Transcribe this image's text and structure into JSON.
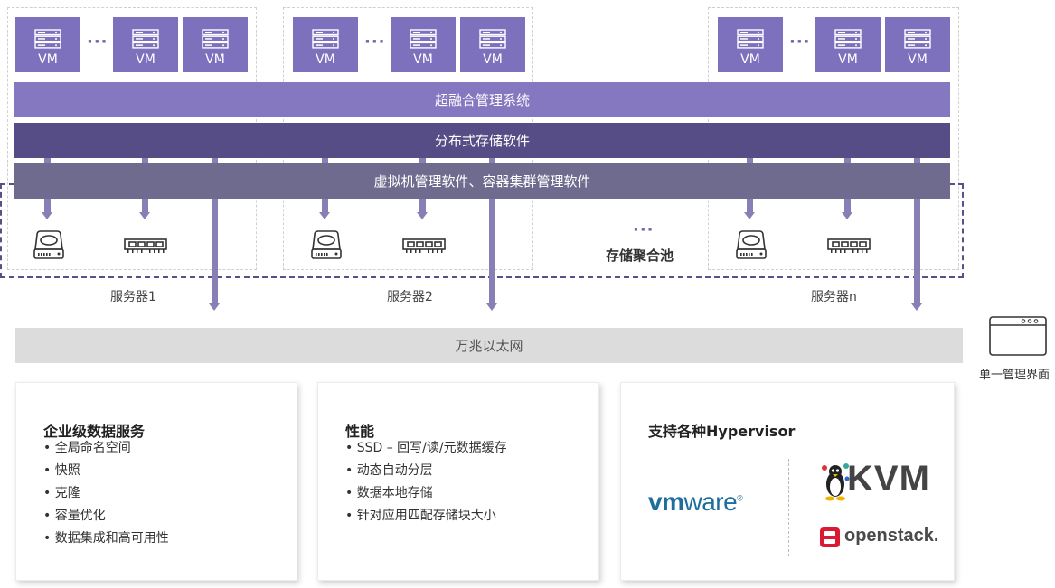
{
  "vm_label": "VM",
  "ellipsis": "···",
  "bands": {
    "hci": "超融合管理系统",
    "storage": "分布式存储软件",
    "virt": "虚拟机管理软件、容器集群管理软件"
  },
  "servers": [
    "服务器1",
    "服务器2",
    "服务器n"
  ],
  "pool": {
    "dots": "···",
    "label": "存储聚合池"
  },
  "network": "万兆以太网",
  "single_ui": "单一管理界面",
  "cards": [
    {
      "title": "企业级数据服务",
      "items": [
        "全局命名空间",
        "快照",
        "克隆",
        "容量优化",
        "数据集成和高可用性"
      ]
    },
    {
      "title": "性能",
      "items": [
        "SSD – 回写/读/元数据缓存",
        "动态自动分层",
        "数据本地存储",
        "针对应用匹配存储块大小"
      ]
    },
    {
      "title": "支持各种Hypervisor",
      "items": []
    }
  ],
  "logos": {
    "vmware_vm": "vm",
    "vmware_ware": "ware",
    "kvm": "KVM",
    "openstack": "openstack."
  },
  "colors": {
    "vm": "#7d70bd",
    "hci": "#8578c1",
    "storage": "#564c86",
    "virt": "#6e6b8e",
    "network": "#dcdcdc"
  }
}
